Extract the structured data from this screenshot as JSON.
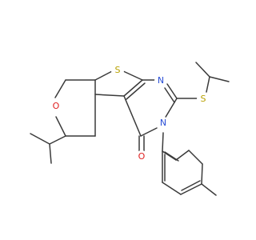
{
  "molecule": {
    "atoms": {
      "S_thiophene": "S",
      "N_ring_top": "N",
      "S_thioether": "S",
      "N_ring": "N",
      "O_pyran": "O",
      "O_carbonyl": "O"
    },
    "colors": {
      "bond": "#3a3a3a",
      "sulfur": "#b8a100",
      "nitrogen": "#2a4fd6",
      "oxygen": "#e02020"
    }
  }
}
